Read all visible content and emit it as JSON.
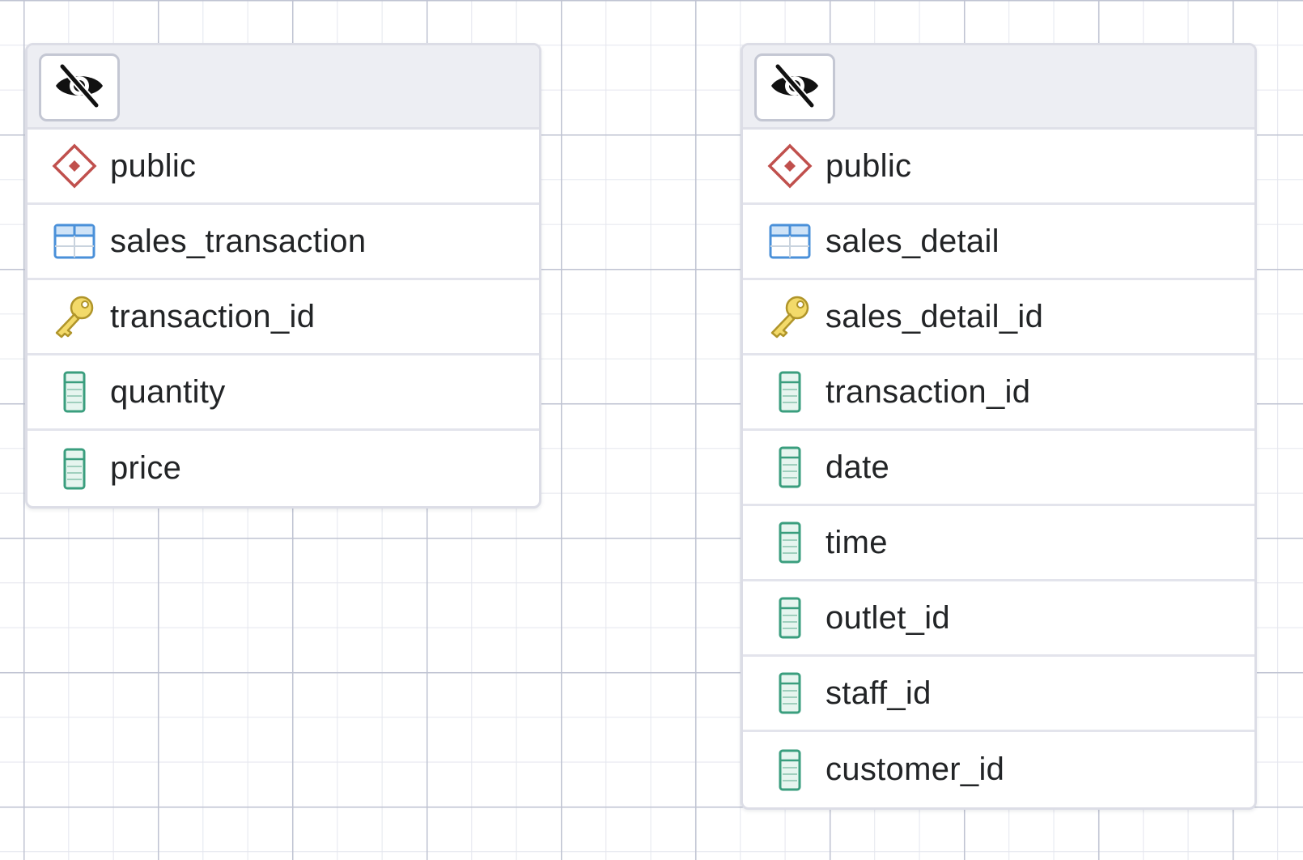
{
  "icons": {
    "visibility": "eye-off-icon",
    "schema": "schema-diamond-icon",
    "table": "table-grid-icon",
    "primary_key": "key-icon",
    "column": "column-icon"
  },
  "colors": {
    "schema_icon": "#c0504d",
    "table_icon": "#4a90d9",
    "key_icon": "#d8b63a",
    "column_icon": "#3a9e7e"
  },
  "tables": [
    {
      "schema": "public",
      "name": "sales_transaction",
      "primary_key": "transaction_id",
      "columns": [
        "quantity",
        "price"
      ]
    },
    {
      "schema": "public",
      "name": "sales_detail",
      "primary_key": "sales_detail_id",
      "columns": [
        "transaction_id",
        "date",
        "time",
        "outlet_id",
        "staff_id",
        "customer_id"
      ]
    }
  ]
}
